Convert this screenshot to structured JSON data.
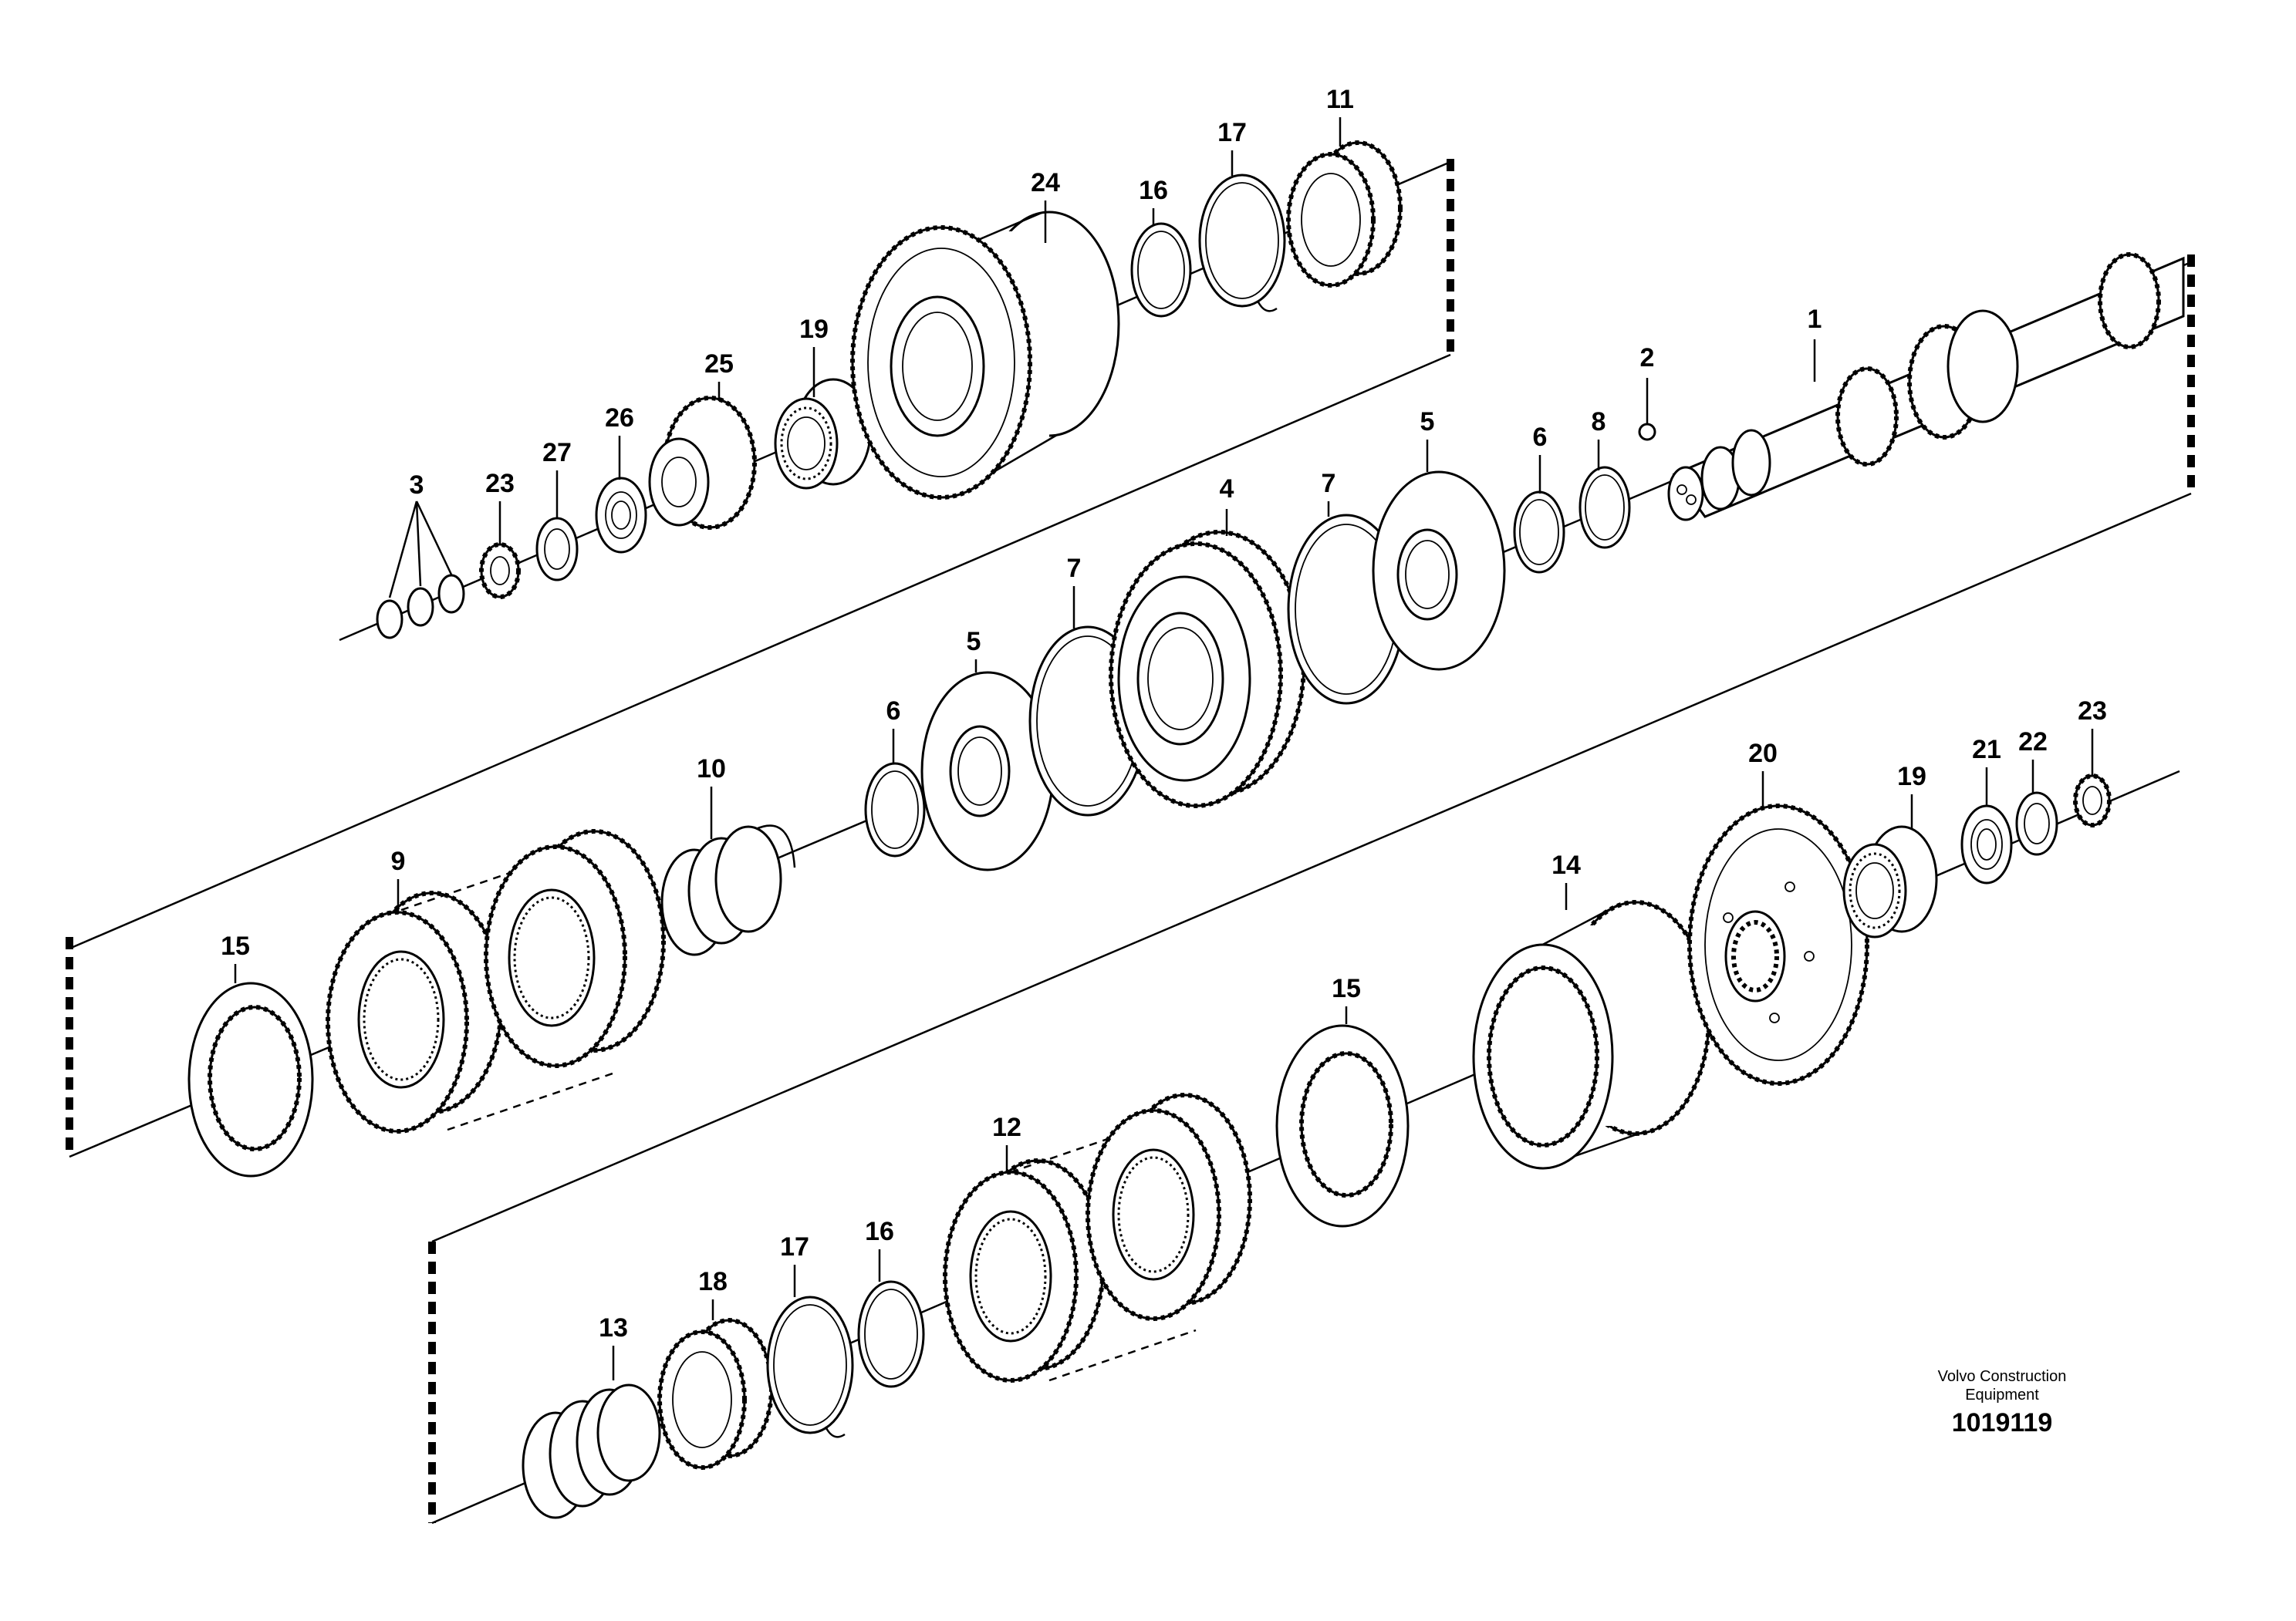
{
  "callouts": {
    "c1": "1",
    "c2": "2",
    "c3": "3",
    "c4": "4",
    "c5a": "5",
    "c5b": "5",
    "c6a": "6",
    "c6b": "6",
    "c7a": "7",
    "c7b": "7",
    "c8": "8",
    "c9": "9",
    "c10": "10",
    "c11": "11",
    "c12": "12",
    "c13": "13",
    "c14": "14",
    "c15a": "15",
    "c15b": "15",
    "c16a": "16",
    "c16b": "16",
    "c17a": "17",
    "c17b": "17",
    "c18": "18",
    "c19a": "19",
    "c19b": "19",
    "c20": "20",
    "c21": "21",
    "c22": "22",
    "c23a": "23",
    "c23b": "23",
    "c24": "24",
    "c25": "25",
    "c26": "26",
    "c27": "27"
  },
  "footer": {
    "brand_line1": "Volvo Construction",
    "brand_line2": "Equipment",
    "doc_number": "1019119"
  }
}
